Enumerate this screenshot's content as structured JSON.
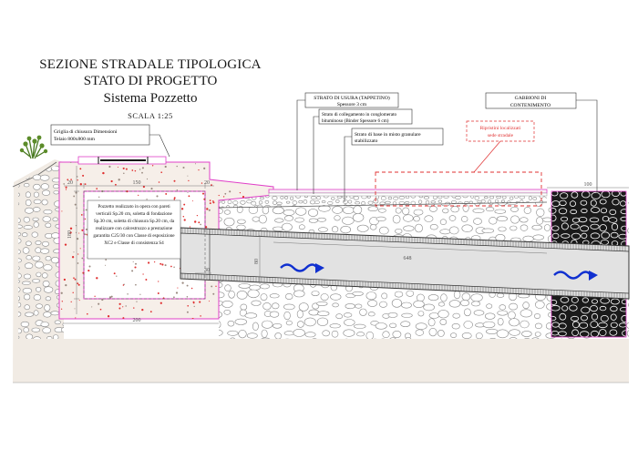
{
  "title": {
    "line1": "SEZIONE STRADALE TIPOLOGICA",
    "line2": "STATO DI PROGETTO",
    "line3": "Sistema Pozzetto",
    "scale": "SCALA 1:25"
  },
  "labels": {
    "grate": [
      "Griglia di chiusura Dimensioni",
      "Telaio 800x800 mm"
    ],
    "wearing_layer": [
      "STRATO DI USURA (TAPPETINO)",
      "Spessore 3 cm"
    ],
    "binder_layer": [
      "Strato di collegamento in conglomerato",
      "bituminoso (Binder Spessore 6 cm)"
    ],
    "base_layer": [
      "Strato di base in misto granulare",
      "stabilizzato"
    ],
    "gabions": [
      "GABBIONI DI",
      "CONTENIMENTO"
    ],
    "repairs": [
      "Ripristini localizzati",
      "sede stradale"
    ],
    "manhole_note": [
      "Pozzetto realizzato in opera con pareti",
      "verticali Sp.20 cm, soletta di fondazione",
      "Sp.30 cm, soletta di chiusura Sp.20 cm, da",
      "realizzare con calcestruzzo a prestazione",
      "garantita C25/30 con Classe di esposizione",
      "XC2 e Classe di consistenza S4"
    ]
  },
  "dimensions": {
    "inner_width": "150",
    "wall_left": "20",
    "wall_right": "20",
    "height": "180",
    "pipe_depth": "80",
    "pipe_length": "648",
    "pipe_offset": "30",
    "gabion_width": "100",
    "base_width": "200"
  },
  "colors": {
    "concrete_outline": "#e040c8",
    "speckle": "#e03030",
    "repair_outline": "#e03030",
    "flow_arrow": "#1030d0",
    "gravel_stroke": "#8a8a8a",
    "soil_fill": "#f1ebe4",
    "pipe_fill": "#e2e2e2"
  }
}
